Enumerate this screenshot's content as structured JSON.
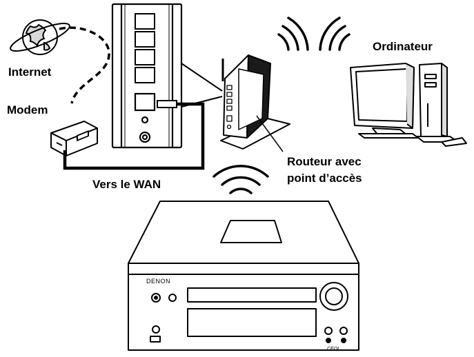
{
  "labels": {
    "internet": "Internet",
    "modem": "Modem",
    "wan": "Vers le WAN",
    "computer": "Ordinateur",
    "router_line1": "Routeur avec",
    "router_line2": "point d’accès"
  },
  "receiver": {
    "brand": "DENON",
    "badge": "CEOL"
  }
}
